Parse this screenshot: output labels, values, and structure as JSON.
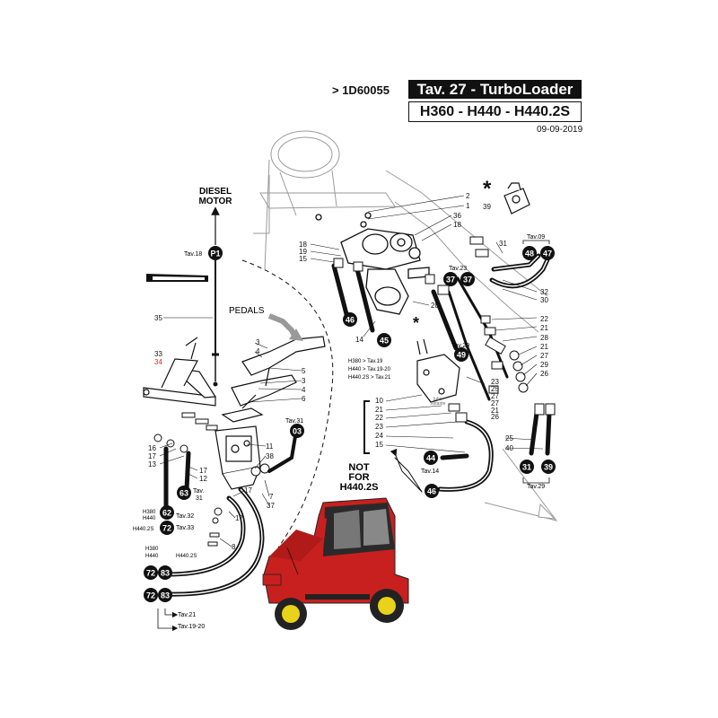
{
  "header": {
    "code": "> 1D60055",
    "title": "Tav. 27 - TurboLoader",
    "models": "H360 - H440 - H440.2S",
    "date": "09-09-2019"
  },
  "labels": {
    "diesel": "DIESEL",
    "motor": "MOTOR",
    "pedals": "PEDALS",
    "not_for_1": "NOT",
    "not_for_2": "FOR",
    "not_for_3": "H440.2S",
    "star": "*",
    "ref_h380": "H380 > Tav.19",
    "ref_h440": "H440 > Tav.19-20",
    "ref_h4402s": "H440.2S > Tav.21",
    "lube": "lube",
    "nut_text": "flotante"
  },
  "tav_refs": {
    "tav18": "Tav.18",
    "tav31": "Tav.31",
    "tav23": "Tav.23",
    "tav29a": "Tav.29",
    "tav09": "Tav.09",
    "tav14": "Tav.14",
    "tav29b": "Tav.29",
    "tav32": "Tav.32",
    "tav33": "Tav.33",
    "tav31b_1": "Tav.",
    "tav31b_2": "31",
    "tav21": "Tav.21",
    "tav1920": "Tav.19-20"
  },
  "model_tags": {
    "h380": "H380",
    "h440": "H440",
    "h4402s": "H440.2S",
    "h380b": "H380",
    "h440b": "H440",
    "h4402sb": "H440.2S"
  },
  "circles": {
    "p1": "P1",
    "c46a": "46",
    "c45": "45",
    "c37a": "37",
    "c37b": "37",
    "c49": "49",
    "c48": "48",
    "c47": "47",
    "c03": "03",
    "c63": "63",
    "c62": "62",
    "c72a": "72",
    "c72b": "72",
    "c83a": "83",
    "c72c": "72",
    "c83b": "83",
    "c44": "44",
    "c46b": "46",
    "c31": "31",
    "c39": "39"
  },
  "parts": {
    "p2": "2",
    "p1": "1",
    "p36": "36",
    "p18a": "18",
    "p18b": "18",
    "p19": "19",
    "p15a": "15",
    "p31": "31",
    "p39": "39",
    "p32": "32",
    "p30": "30",
    "p20": "20",
    "p14": "14",
    "p22a": "22",
    "p21a": "21",
    "p28": "28",
    "p21b": "21",
    "p27a": "27",
    "p29": "29",
    "p26a": "26",
    "p23a": "23",
    "p25a": "25",
    "p27b": "27",
    "p27c": "27",
    "p21c": "21",
    "p26b": "26",
    "p25b": "25",
    "p40": "40",
    "p10": "10",
    "p21d": "21",
    "p22b": "22",
    "p23b": "23",
    "p24": "24",
    "p15b": "15",
    "p35": "35",
    "p33": "33",
    "p34": "34",
    "p3a": "3",
    "p4a": "4",
    "p5": "5",
    "p3b": "3",
    "p4b": "4",
    "p6": "6",
    "p11": "11",
    "p38": "38",
    "p16": "16",
    "p17a": "17",
    "p13": "13",
    "p17b": "17",
    "p12": "12",
    "p17c": "17",
    "p17d": "17",
    "p7": "7",
    "p37": "37",
    "p8": "8"
  },
  "colors": {
    "ink": "#111111",
    "accent_red": "#d42a2a",
    "tractor_red": "#c8201e",
    "tractor_dark": "#2a2a2a",
    "wheel_yellow": "#e8d21a",
    "frame_gray": "#8a8a8a"
  }
}
